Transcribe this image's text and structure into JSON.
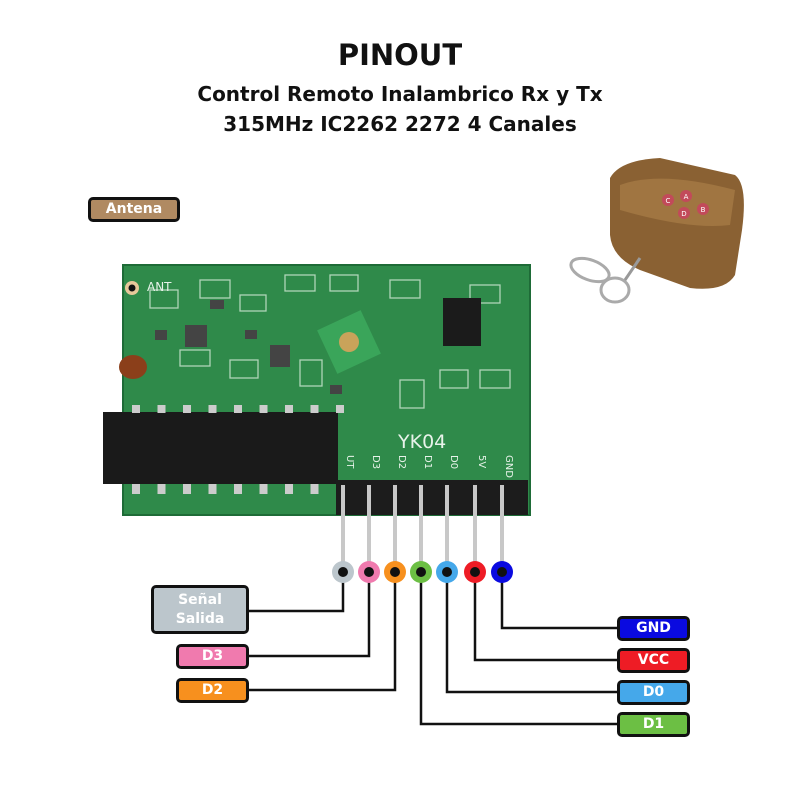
{
  "header": {
    "title": "PINOUT",
    "subtitle_line1": "Control Remoto Inalambrico Rx y Tx",
    "subtitle_line2": "315MHz IC2262 2272 4 Canales"
  },
  "board": {
    "ant_marking": "ANT",
    "model_marking": "YK04",
    "pin_markings": [
      "UT",
      "D3",
      "D2",
      "D1",
      "D0",
      "5V",
      "GND"
    ]
  },
  "remote": {
    "buttons": [
      "A",
      "B",
      "C",
      "D"
    ]
  },
  "labels": {
    "antena": {
      "text": "Antena",
      "color": "#b08a62"
    },
    "senal": {
      "line1": "Señal",
      "line2": "Salida",
      "color": "#bcc6cc"
    },
    "d3": {
      "text": "D3",
      "color": "#f07aae"
    },
    "d2": {
      "text": "D2",
      "color": "#f7901e"
    },
    "gnd": {
      "text": "GND",
      "color": "#0a0ae0"
    },
    "vcc": {
      "text": "VCC",
      "color": "#ee1c25"
    },
    "d0": {
      "text": "D0",
      "color": "#45a8ea"
    },
    "d1": {
      "text": "D1",
      "color": "#6cbf44"
    }
  }
}
